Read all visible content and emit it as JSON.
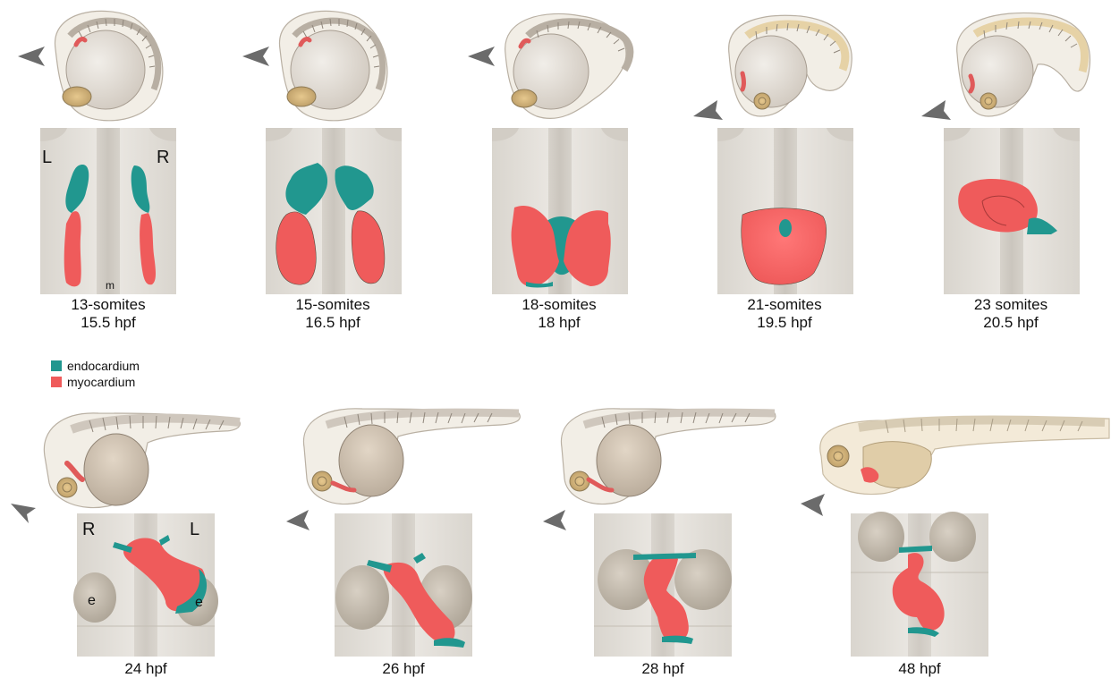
{
  "colors": {
    "endocardium": "#21978f",
    "myocardium": "#ef5b5b",
    "panel_bg": "#e3e0da",
    "arrowhead": "#6b6b6b"
  },
  "legend": {
    "endocardium": "endocardium",
    "myocardium": "myocardium"
  },
  "stages": [
    {
      "line1": "13-somites",
      "line2": "15.5 hpf"
    },
    {
      "line1": "15-somites",
      "line2": "16.5 hpf"
    },
    {
      "line1": "18-somites",
      "line2": "18 hpf"
    },
    {
      "line1": "21-somites",
      "line2": "19.5 hpf"
    },
    {
      "line1": "23 somites",
      "line2": "20.5 hpf"
    },
    {
      "line1": "24 hpf"
    },
    {
      "line1": "26 hpf"
    },
    {
      "line1": "28 hpf"
    },
    {
      "line1": "48 hpf"
    }
  ],
  "panel_labels": {
    "left": "L",
    "right": "R",
    "midline": "m",
    "eye": "e"
  }
}
